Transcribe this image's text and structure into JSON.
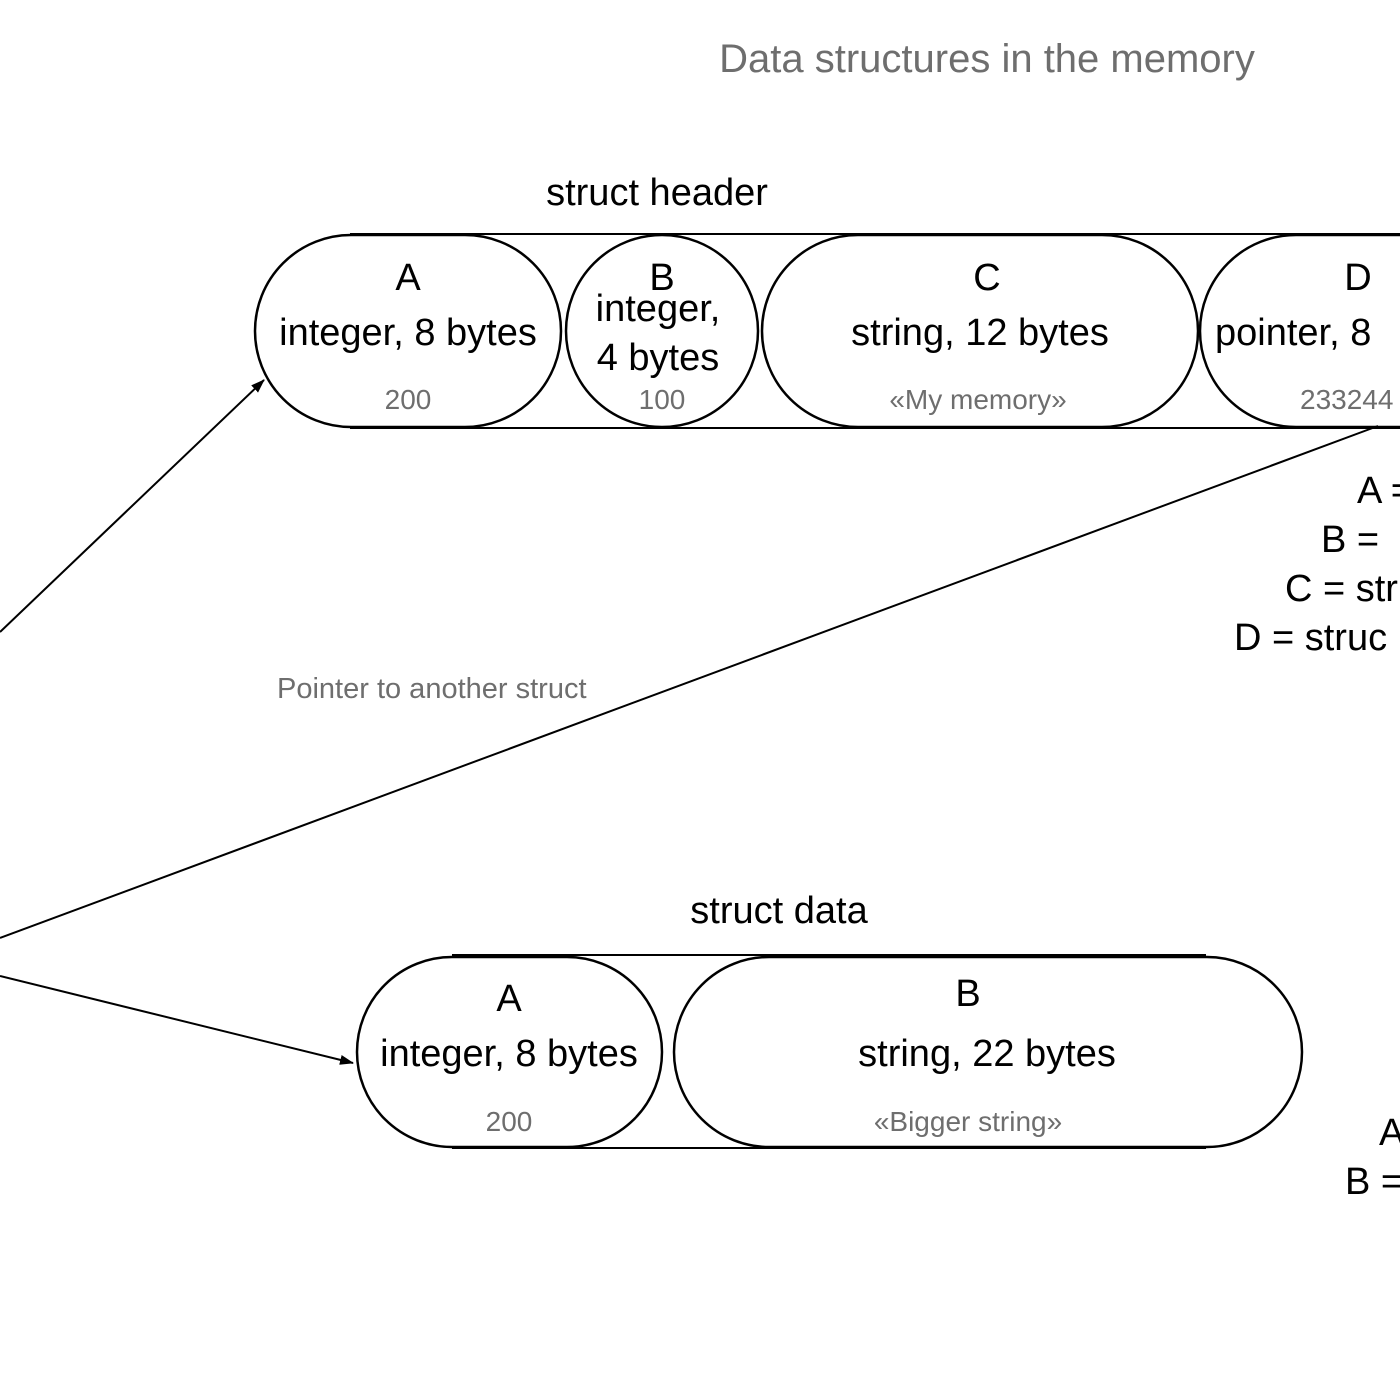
{
  "title": "Data structures in the memory",
  "header": {
    "label": "struct header",
    "fields": [
      {
        "name": "A",
        "type": "integer, 8 bytes",
        "value": "200"
      },
      {
        "name": "B",
        "type_line1": "integer,",
        "type_line2": "4 bytes",
        "value": "100"
      },
      {
        "name": "C",
        "type": "string, 12 bytes",
        "value": "«My memory»"
      },
      {
        "name": "D",
        "type": "pointer, 8",
        "value": "233244"
      }
    ],
    "legend": [
      "A =",
      "B = ",
      "C = str",
      "D = struc"
    ]
  },
  "data": {
    "label": "struct data",
    "fields": [
      {
        "name": "A",
        "type": "integer, 8 bytes",
        "value": "200"
      },
      {
        "name": "B",
        "type": "string, 22 bytes",
        "value": "«Bigger string»"
      }
    ],
    "legend": [
      "A",
      "B ="
    ]
  },
  "pointer_note": "Pointer to another struct"
}
